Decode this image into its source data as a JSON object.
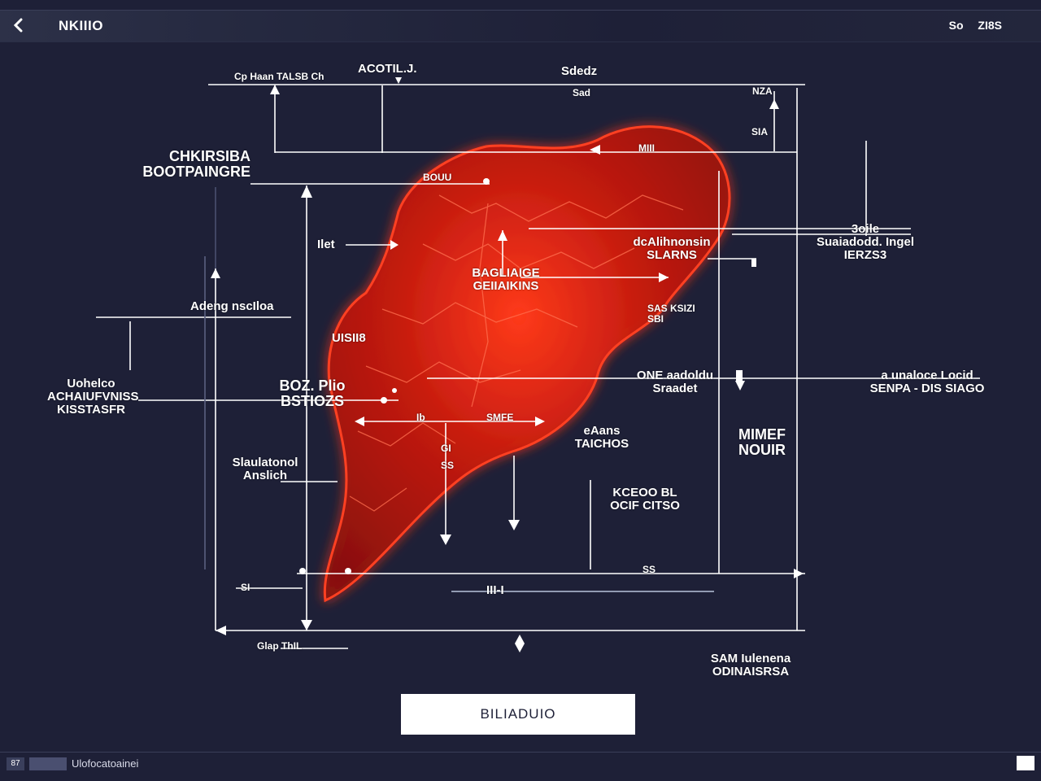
{
  "window": {
    "title": "NKIIIO",
    "status_left": "So",
    "status_right": "ZI8S"
  },
  "labels": {
    "top_left_small": "Cp Haan TALSB Ch",
    "top_center": "ACOTIL.J.",
    "top_right_a": "Sdedz",
    "top_right_b": "Sad",
    "corner_a": "NZA",
    "corner_b": "SIA",
    "ridge": "MIII",
    "left_title_1": "CHKIRSIBA",
    "left_title_2": "BOOTPAINGRE",
    "peak": "BOUU",
    "side_a": "Ilet",
    "center_1": "BAGLIAIGE",
    "center_2": "GEIIAIKINS",
    "right_top_1": "dcAlihnonsin",
    "right_top_2": "SLARNS",
    "far_right_1": "3oile",
    "far_right_2": "Suaiadodd. Ingel",
    "far_right_3": "IERZS3",
    "left_mid": "Adeng nscIloa",
    "inner_mid": "SAS KSIZI",
    "inner_mid_2": "SBI",
    "side_b": "UISII8",
    "left_group_1": "Uohelco",
    "left_group_2": "ACHAIUFVNISS",
    "left_group_3": "KISSTASFR",
    "bot_a": "BOZ. Plio",
    "bot_b": "BSTIOZS",
    "right_mid_1": "ONE aadoldu",
    "right_mid_2": "Sraadet",
    "far_right_mid_1": "a unaloce Locid",
    "far_right_mid_2": "SENPA - DIS SIAGO",
    "span_a": "Ib",
    "span_b": "SMFE",
    "lower_right_1": "eAans",
    "lower_right_2": "TAICHOS",
    "big_right_1": "MIMEF",
    "big_right_2": "NOUIR",
    "mark_a": "GI",
    "mark_b": "SS",
    "left_low_1": "Slaulatonol",
    "left_low_2": "Anslich",
    "lower_center_1": "KCEOO BL",
    "lower_center_2": "OCIF CITSO",
    "tick_a": "SI",
    "tick_b": "SS",
    "tick_c": "III-I",
    "bottom_left": "Glap ThIL",
    "bottom_right_1": "SAM Iulenena",
    "bottom_right_2": "ODINAISRSA"
  },
  "button": {
    "label": "BILIADUIO"
  },
  "footer": {
    "page": "87",
    "text": "Ulofocatoainei"
  },
  "colors": {
    "background": "#1e2037",
    "region": "#e0200f",
    "glow": "#ff3a1a",
    "line": "#ffffff"
  }
}
